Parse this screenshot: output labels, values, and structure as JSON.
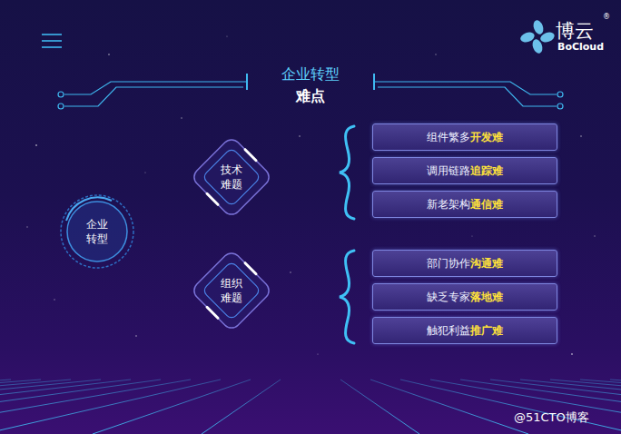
{
  "diagram": {
    "title": "企业转型",
    "nodes": [
      {
        "text": [
          "企业 转型"
        ]
      },
      {
        "text": [
          "技术 难题"
        ]
      },
      {
        "text": [
          "组件繁多",
          "开发难"
        ]
      },
      {
        "text": [
          "调用链路",
          "追踪难"
        ]
      },
      {
        "text": [
          "新老架构",
          "通信难"
        ]
      },
      {
        "text": [
          "组织 难题"
        ]
      },
      {
        "text": [
          "部门协作",
          "沟通难"
        ]
      },
      {
        "text": [
          "缺乏专家",
          "落地难"
        ]
      },
      {
        "text": [
          "触犯利益",
          "推广难"
        ]
      }
    ],
    "labels": [
      "难点",
      "博云",
      "®",
      "BoCloud",
      "@51CTO博客"
    ]
  }
}
